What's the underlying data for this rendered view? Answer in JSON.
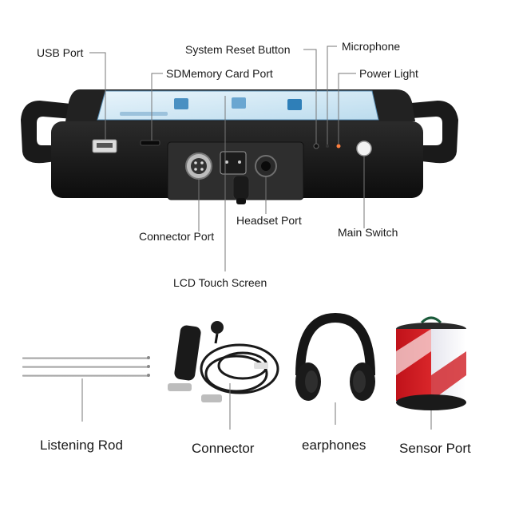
{
  "device": {
    "screen_icons": [
      "app-icon",
      "app-icon",
      "app-icon"
    ],
    "colors": {
      "body": "#1c1c1c",
      "screen": "#cfe6f5",
      "panel": "#2a2a2a"
    }
  },
  "callouts": {
    "usb_port": "USB Port",
    "sd_card_port": "SDMemory Card Port",
    "system_reset_button": "System Reset Button",
    "microphone": "Microphone",
    "power_light": "Power Light",
    "connector_port": "Connector Port",
    "headset_port": "Headset Port",
    "main_switch": "Main Switch",
    "lcd_touch_screen": "LCD Touch Screen"
  },
  "accessories": {
    "listening_rod": "Listening Rod",
    "connector": "Connector",
    "earphones": "earphones",
    "sensor_port": "Sensor Port"
  }
}
